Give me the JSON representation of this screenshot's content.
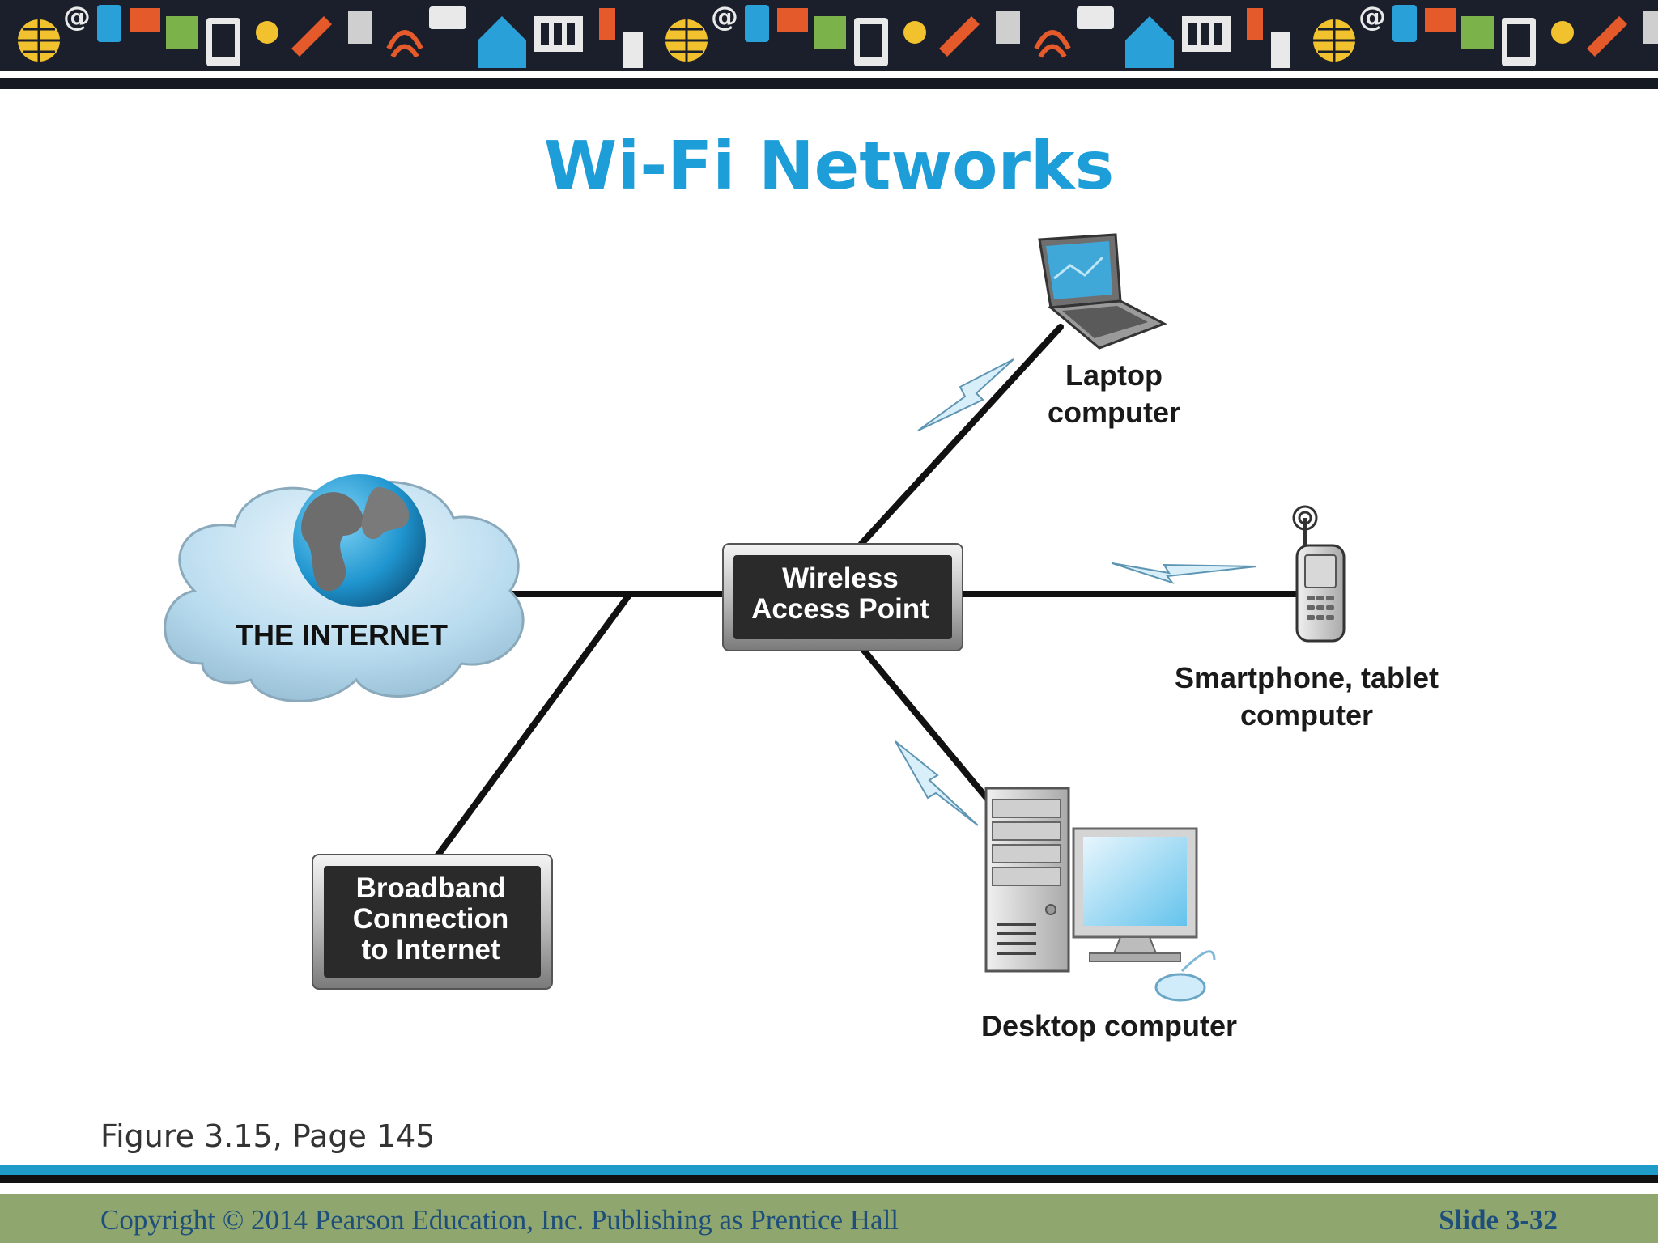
{
  "slide": {
    "title": "Wi-Fi Networks",
    "caption": "Figure 3.15, Page 145",
    "copyright": "Copyright © 2014 Pearson Education, Inc. Publishing as Prentice Hall",
    "slide_number": "Slide 3-32"
  },
  "diagram": {
    "internet_label": "THE INTERNET",
    "access_point": {
      "line1": "Wireless",
      "line2": "Access Point"
    },
    "broadband": {
      "line1": "Broadband",
      "line2": "Connection",
      "line3": "to Internet"
    },
    "laptop": {
      "line1": "Laptop",
      "line2": "computer"
    },
    "phone": {
      "line1": "Smartphone, tablet",
      "line2": "computer"
    },
    "desktop": {
      "line1": "Desktop computer"
    }
  },
  "colors": {
    "title": "#1e9ed8",
    "footer_bg": "#8fa66f",
    "footer_text": "#1e4f7a",
    "accent_blue": "#1f9bc9",
    "box_dark": "#2a2a2a"
  },
  "icons": [
    "globe-icon",
    "cloud-icon",
    "laptop-icon",
    "smartphone-icon",
    "desktop-tower-icon",
    "monitor-icon",
    "mouse-icon",
    "lightning-icon"
  ]
}
